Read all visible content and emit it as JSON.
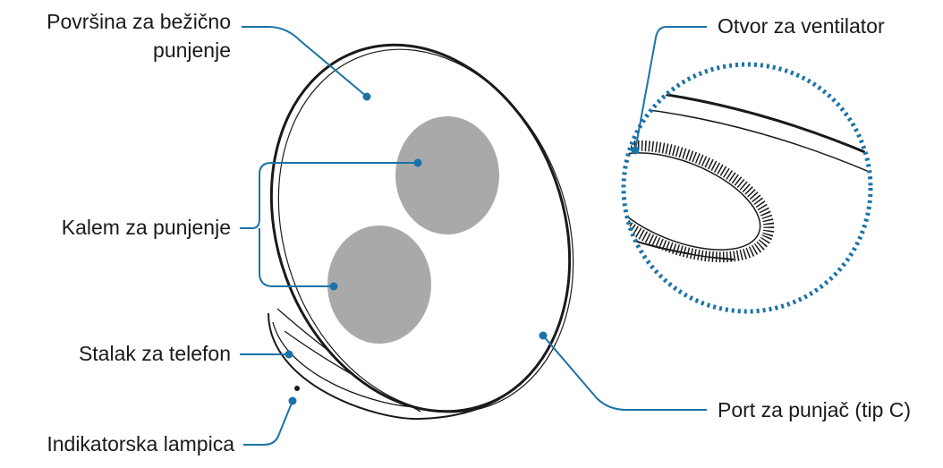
{
  "diagram": {
    "labels": {
      "wireless_surface": "Površina za bežično punjenje",
      "fan_opening": "Otvor za ventilator",
      "charging_coil": "Kalem za punjenje",
      "phone_stand": "Stalak za telefon",
      "charger_port": "Port za punjač (tip C)",
      "indicator_light": "Indikatorska lampica"
    },
    "colors": {
      "callout": "#1a73a8",
      "coil": "#a9a9a9",
      "outline": "#1a1a1a",
      "detail_border": "#1a73a8"
    }
  }
}
